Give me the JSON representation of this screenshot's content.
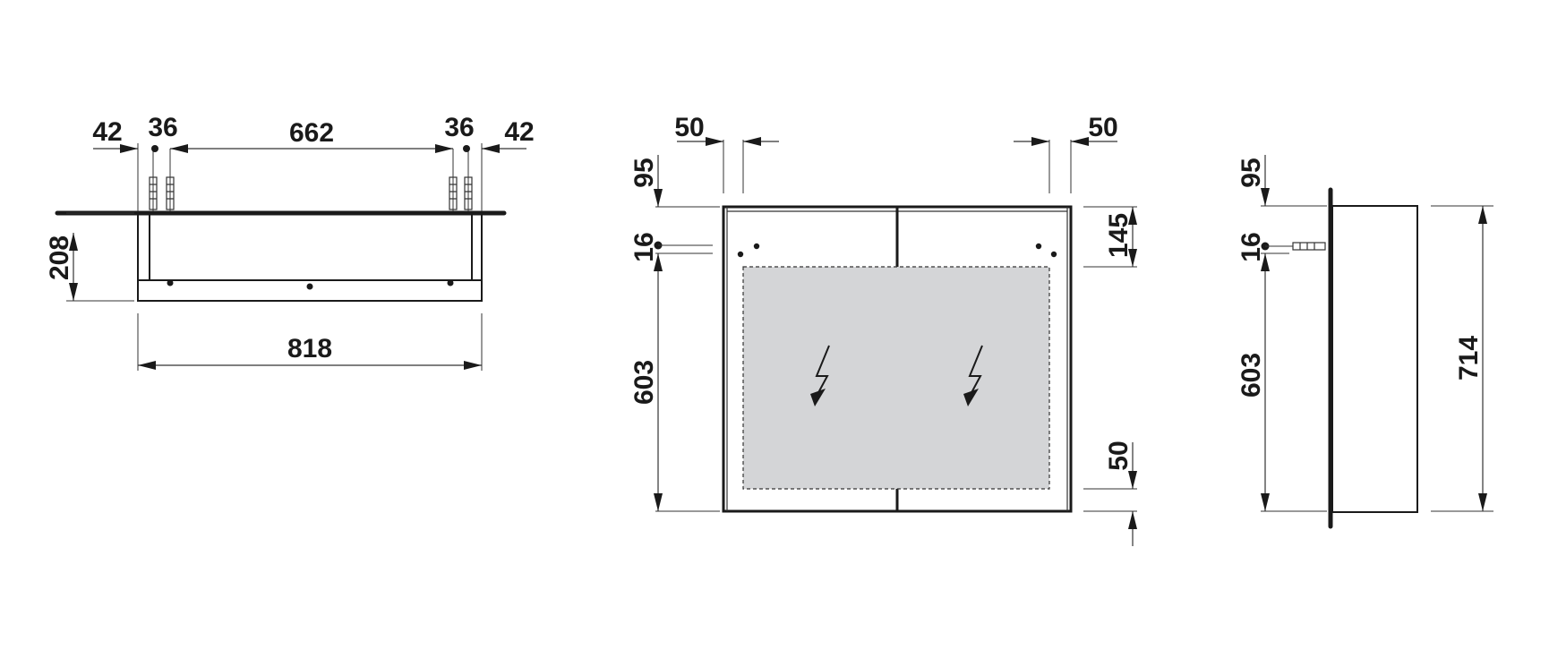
{
  "colors": {
    "line": "#1a1a1a",
    "mirror_fill": "#d4d5d7",
    "background": "#ffffff"
  },
  "top_view": {
    "dim_left_margin": "42",
    "dim_left_anchor": "36",
    "dim_anchor_spacing": "662",
    "dim_right_anchor": "36",
    "dim_right_margin": "42",
    "dim_depth": "208",
    "dim_width": "818"
  },
  "front_view": {
    "dim_left_inset": "50",
    "dim_right_inset": "50",
    "dim_top_offset": "95",
    "dim_anchor_gap": "16",
    "dim_light_zone": "145",
    "dim_lower_height": "603",
    "dim_bottom_offset": "50",
    "icons": [
      "lightning-icon",
      "lightning-icon"
    ]
  },
  "side_view": {
    "dim_top_offset": "95",
    "dim_anchor_gap": "16",
    "dim_lower_height": "603",
    "dim_total_height": "714"
  }
}
